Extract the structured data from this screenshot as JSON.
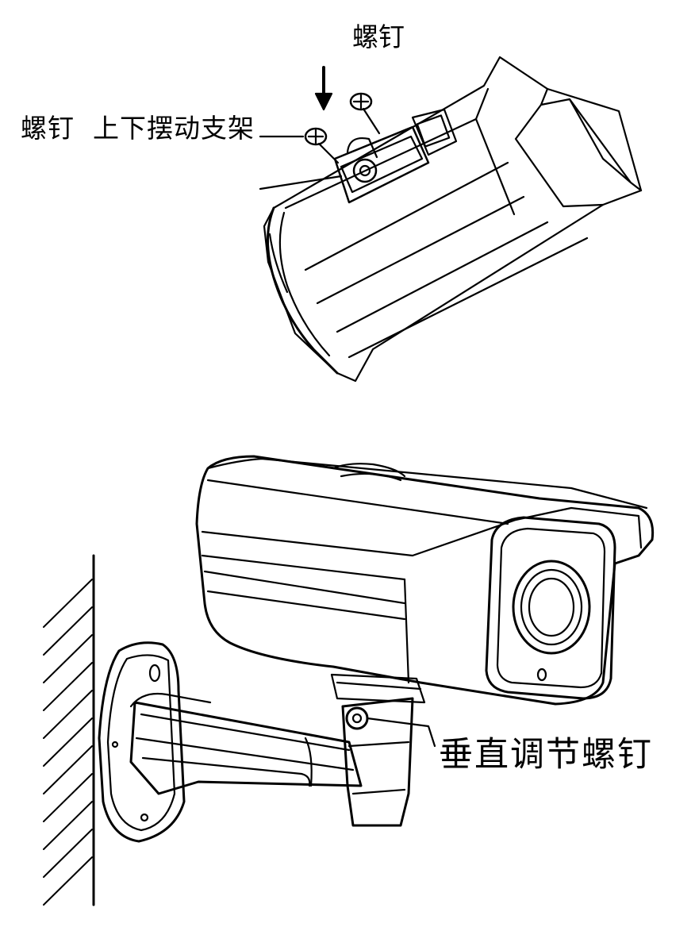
{
  "labels": {
    "screw_top": "螺钉",
    "screw_and_bracket": "螺钉  上下摆动支架",
    "vertical_adjust_screw": "垂直调节螺钉"
  },
  "colors": {
    "line": "#000000",
    "background": "#ffffff"
  }
}
